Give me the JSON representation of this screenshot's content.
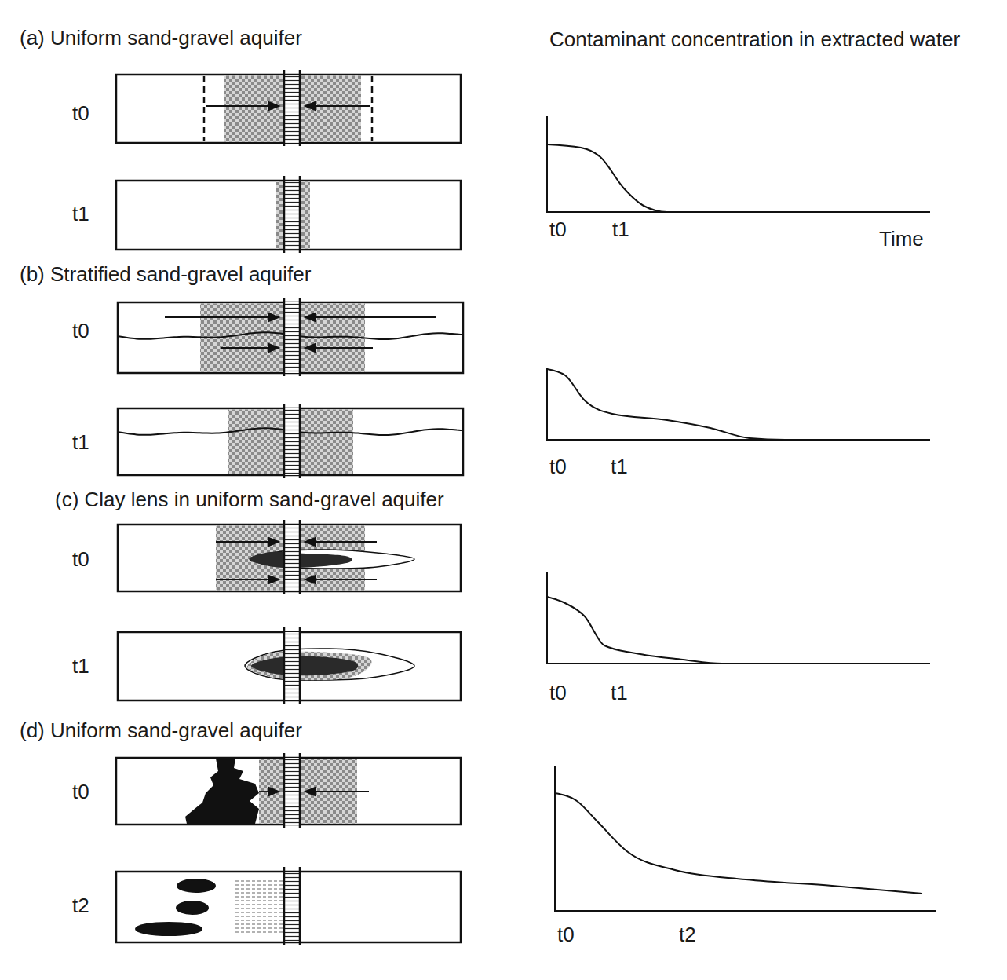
{
  "diagram": {
    "labels": [
      "(a) Uniform sand-gravel aquifer",
      "t0",
      "t1",
      "Contaminant concentration in extracted water",
      "t0",
      "t1",
      "Time",
      "(b) Stratified sand-gravel aquifer",
      "t0",
      "t1",
      "t0",
      "t1",
      "(c) Clay lens in uniform sand-gravel aquifer",
      "t0",
      "t1",
      "t0",
      "t1",
      "(d) Uniform sand-gravel aquifer",
      "t0",
      "t2",
      "t0",
      "t2"
    ]
  }
}
